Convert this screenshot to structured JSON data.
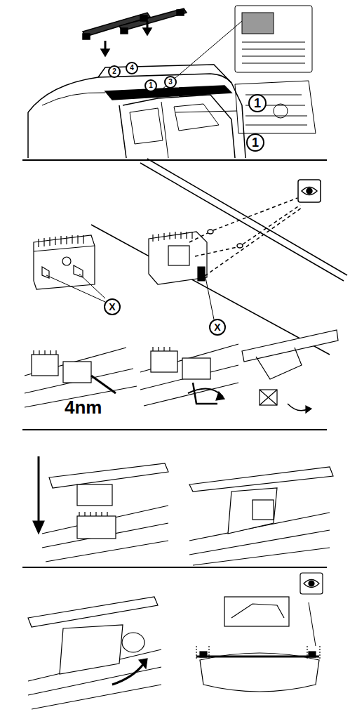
{
  "diagram": {
    "nodes": [
      {
        "text": [
          "2"
        ]
      },
      {
        "text": [
          "4"
        ]
      },
      {
        "text": [
          "1"
        ]
      },
      {
        "text": [
          "3"
        ]
      },
      {
        "text": [
          "1"
        ]
      },
      {
        "text": [
          "1"
        ]
      },
      {
        "text": [
          "X"
        ]
      },
      {
        "text": [
          "X"
        ]
      }
    ],
    "labels": [
      "4nm"
    ]
  }
}
